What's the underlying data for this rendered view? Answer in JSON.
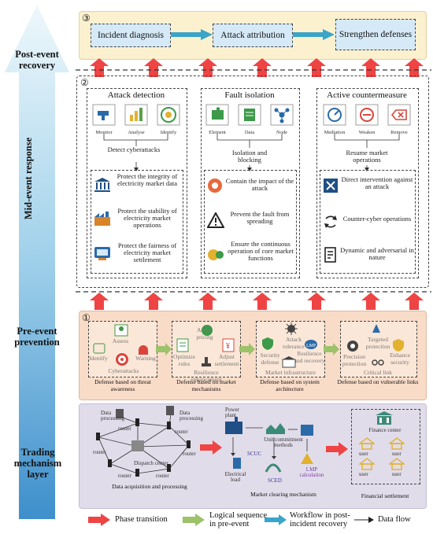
{
  "layers": {
    "post": "Post-event recovery",
    "mid": "Mid-event response",
    "pre": "Pre-event prevention",
    "trading": "Trading mechanism layer"
  },
  "post_event": {
    "num": "③",
    "steps": [
      "Incident diagnosis",
      "Attack attribution",
      "Strengthen defenses"
    ]
  },
  "mid_event": {
    "num": "②",
    "columns": [
      {
        "title": "Attack detection",
        "icons": [
          "Monitor",
          "Analyse",
          "Identify"
        ],
        "action": "Detect cyberattacks",
        "items": [
          "Protect the integrity of electricity market data",
          "Protect the stability of electricity market operations",
          "Protect the fairness of electricity market settlement"
        ]
      },
      {
        "title": "Fault isolation",
        "icons": [
          "Element",
          "Data",
          "Node"
        ],
        "action": "Isolation and blocking",
        "items": [
          "Contain the impact of the attack",
          "Prevent the fault from spreading",
          "Ensure the continuous operation of core market functions"
        ]
      },
      {
        "title": "Active countermeasure",
        "icons": [
          "Mediation",
          "Weaken",
          "Remove"
        ],
        "action": "Resume market operations",
        "items": [
          "Direct intervention against an attack",
          "Counter-cyber operations",
          "Dynamic and adversarial in nature"
        ]
      }
    ]
  },
  "pre_event": {
    "num": "①",
    "groups": [
      {
        "caption": "Defense based on threat awareness",
        "labels": [
          "Assess",
          "Identify",
          "Warning",
          "Cyberattacks"
        ]
      },
      {
        "caption": "Defense based on market mechanisms",
        "labels": [
          "Adjust pricing",
          "Optimize rules",
          "Adjust settlement",
          "Resilience enhancement"
        ]
      },
      {
        "caption": "Defense based on system architecture",
        "labels": [
          "Attack tolerance",
          "Security defense",
          "Resilience and recovery",
          "Market infrastructure"
        ]
      },
      {
        "caption": "Defense based on vulnerable links",
        "labels": [
          "Targeted protection",
          "Precision protection",
          "Enhance security",
          "Critical link"
        ]
      }
    ]
  },
  "trading": {
    "network": {
      "labels": [
        "Data processing",
        "Data processing",
        "router",
        "router",
        "router",
        "router",
        "router",
        "router",
        "Dispatch center"
      ],
      "caption": "Data acquisition and processing"
    },
    "market": {
      "labels": [
        "Power plant",
        "Unit commitment methods",
        "SCUC",
        "SCED",
        "Electrical load",
        "LMP calculation"
      ],
      "caption": "Market clearing mechanism"
    },
    "settlement": {
      "labels": [
        "Finance center",
        "user",
        "user",
        "user",
        "user"
      ],
      "caption": "Financial settlement"
    }
  },
  "legend": {
    "items": [
      "Phase transition",
      "Logical sequence in pre-event",
      "Workflow in post-incident recovery",
      "Data flow"
    ]
  },
  "colors": {
    "red_arrow": "#ef4444",
    "green_arrow": "#9cc26a",
    "blue_arrow": "#3aa5c8",
    "post_bg": "#fbf1cf",
    "pre_bg": "#f9dcc8",
    "trading_bg": "#e1dcea",
    "big_arrow_top": "#e9f6fb",
    "big_arrow_bottom": "#4a98cf"
  }
}
